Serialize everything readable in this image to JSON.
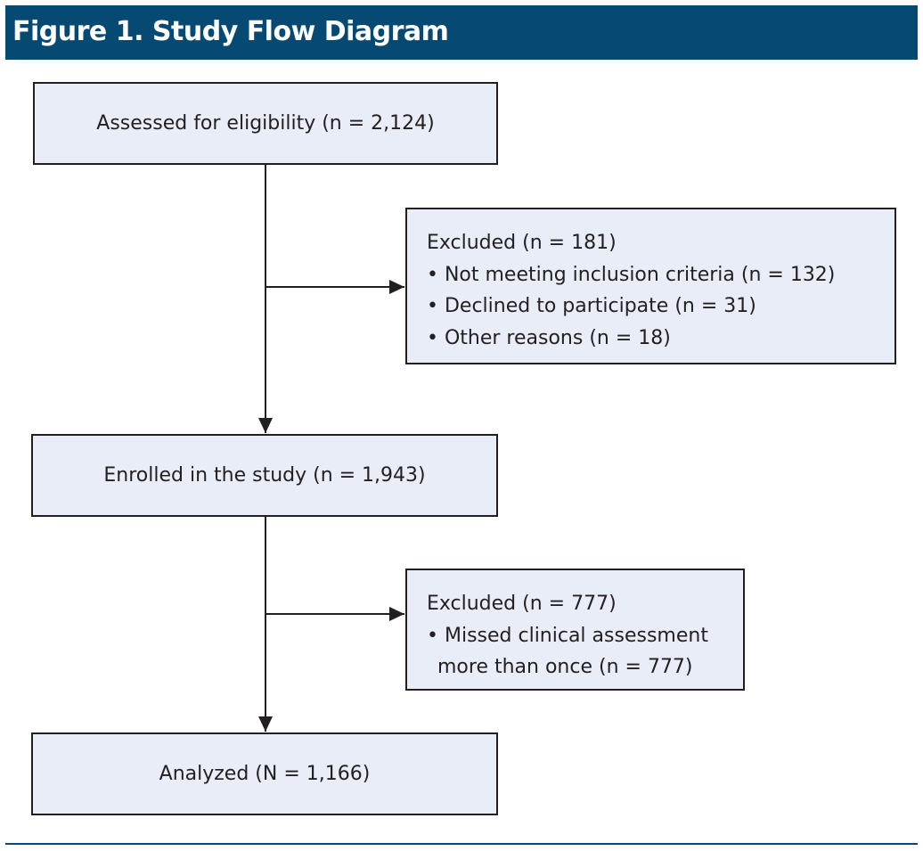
{
  "header": {
    "title": "Figure 1. Study Flow Diagram"
  },
  "assessed": {
    "label": "Assessed for eligibility (n = 2,124)"
  },
  "excluded1": {
    "lines": [
      "Excluded (n = 181)",
      "• Not meeting inclusion criteria (n = 132)",
      "• Declined to participate (n = 31)",
      "• Other reasons (n = 18)"
    ]
  },
  "enrolled": {
    "label": "Enrolled in the study (n = 1,943)"
  },
  "excluded2": {
    "lines": [
      "Excluded (n = 777)",
      "• Missed clinical assessment",
      "more than once (n = 777)"
    ]
  },
  "analyzed": {
    "label": "Analyzed (N = 1,166)"
  },
  "colors": {
    "header_bg": "#064a73",
    "box_fill": "#e9edf8",
    "stroke": "#231f20"
  }
}
